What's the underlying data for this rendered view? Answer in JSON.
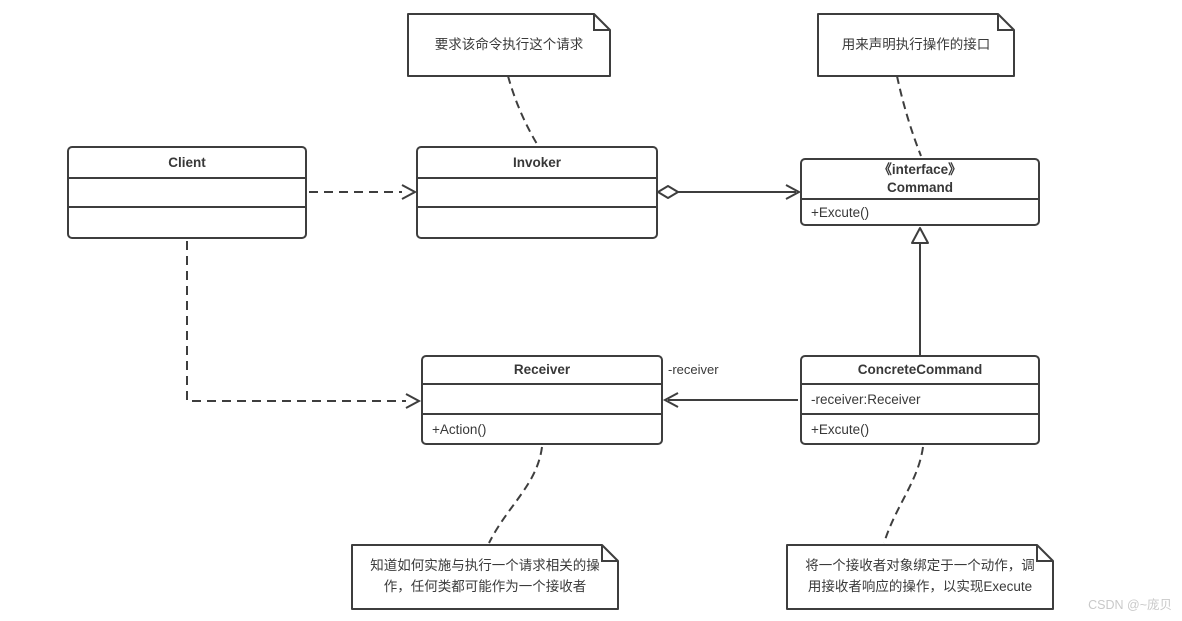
{
  "classes": {
    "client": {
      "name": "Client"
    },
    "invoker": {
      "name": "Invoker"
    },
    "command": {
      "stereotype": "《interface》",
      "name": "Command",
      "methods": "+Excute()"
    },
    "receiver": {
      "name": "Receiver",
      "methods": "+Action()"
    },
    "concrete_command": {
      "name": "ConcreteCommand",
      "attributes": "-receiver:Receiver",
      "methods": "+Excute()"
    }
  },
  "notes": {
    "invoker_note": "要求该命令执行这个请求",
    "command_note": "用来声明执行操作的接口",
    "receiver_note": "知道如何实施与执行一个请求相关的操\n作，任何类都可能作为一个接收者",
    "concrete_command_note": "将一个接收者对象绑定于一个动作，调\n用接收者响应的操作，以实现Execute"
  },
  "edge_labels": {
    "receiver_role": "-receiver"
  },
  "watermark": "CSDN @~庞贝",
  "colors": {
    "line": "#3e3e3e",
    "text": "#3a3a3a",
    "background": "#ffffff",
    "watermark": "#c9c9c9"
  }
}
